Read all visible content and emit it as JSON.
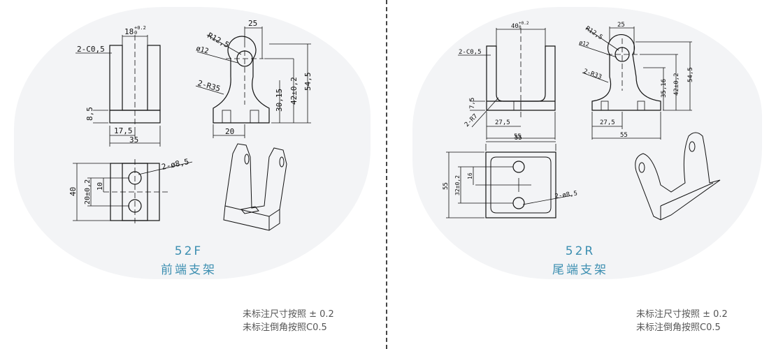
{
  "left": {
    "code": "52F",
    "name": "前端支架",
    "notes": [
      "未标注尺寸按照 ± 0.2",
      "未标注倒角按照C0.5"
    ],
    "dims": {
      "top_width": "18",
      "tol_plus": "+0.2",
      "tol_zero": "0",
      "chamfer": "2-C0,5",
      "h85": "8,5",
      "w175": "17,5",
      "w35": "35",
      "r125": "R12,5",
      "phi12": "ø12",
      "r35": "2-R35",
      "w25": "25",
      "h5415": "30,15",
      "h42": "42±0,2",
      "h545": "54,5",
      "w20": "20",
      "holes": "2-ø8,5",
      "h40": "40",
      "h20": "20±0,2",
      "h10": "10"
    }
  },
  "right": {
    "code": "52R",
    "name": "尾端支架",
    "notes": [
      "未标注尺寸按照 ± 0.2",
      "未标注倒角按照C0.5"
    ],
    "dims": {
      "top_width": "40",
      "tol_plus": "+0.2",
      "tol_zero": "0",
      "chamfer": "2-C0,5",
      "h75": "7,5",
      "r7": "2-R7",
      "w275": "27,5",
      "w55": "55",
      "r125": "R12,5",
      "phi12": "ø12",
      "r33": "2-R33",
      "w25": "25",
      "h3516": "35,16",
      "h42": "42±0,2",
      "h545": "54,5",
      "w275b": "27,5",
      "w55b": "55",
      "w55c": "55",
      "h55": "55",
      "h32": "32±0,2",
      "h16": "16",
      "holes": "2-ø8,5"
    }
  }
}
